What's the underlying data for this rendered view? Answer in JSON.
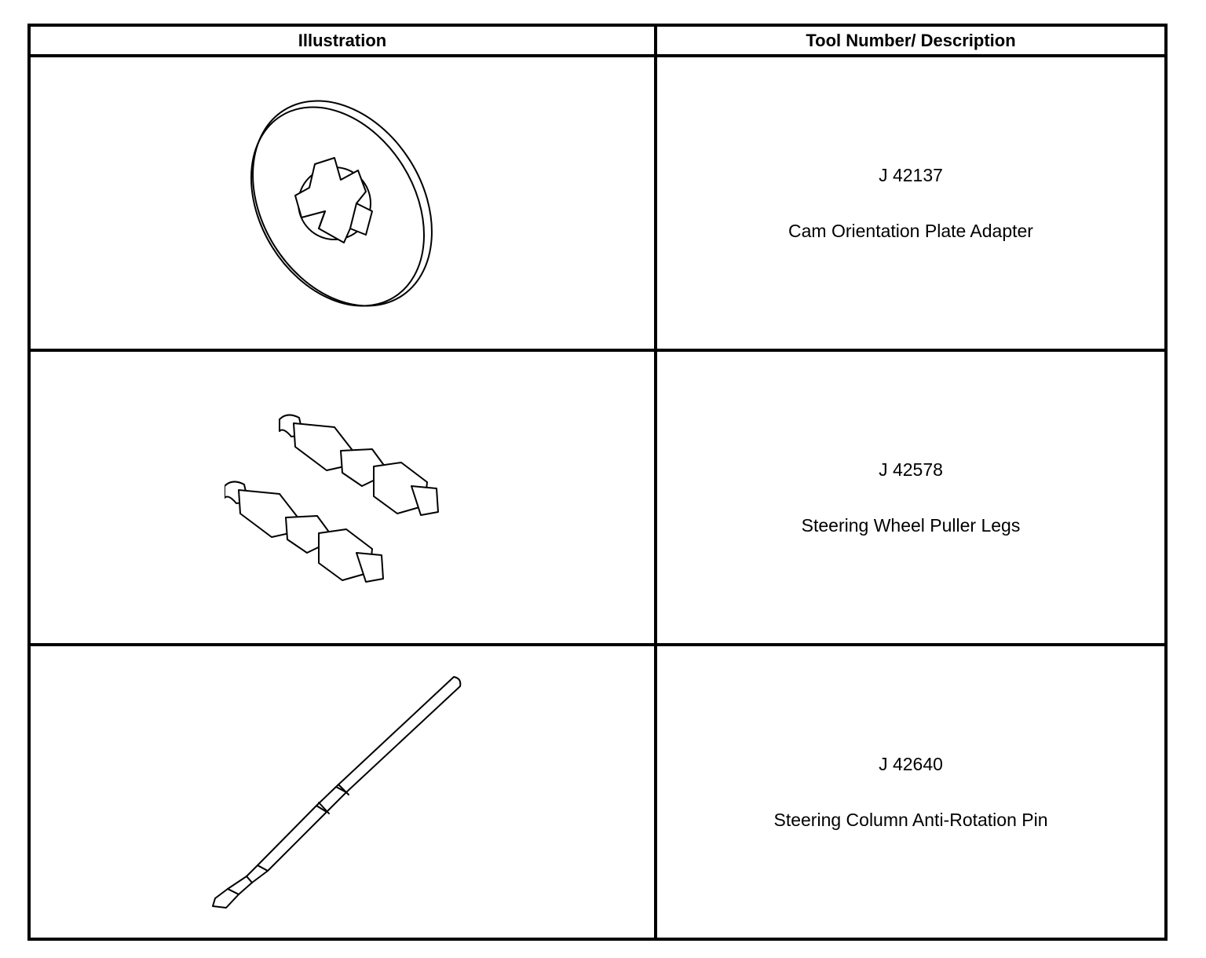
{
  "table": {
    "headers": {
      "illustration": "Illustration",
      "description": "Tool Number/ Description"
    },
    "rows": [
      {
        "tool_number": "J 42137",
        "description": "Cam Orientation Plate Adapter",
        "illustration_icon": "cam-orientation-plate-adapter-icon"
      },
      {
        "tool_number": "J 42578",
        "description": "Steering Wheel Puller Legs",
        "illustration_icon": "steering-wheel-puller-legs-icon"
      },
      {
        "tool_number": "J 42640",
        "description": "Steering Column Anti-Rotation Pin",
        "illustration_icon": "steering-column-anti-rotation-pin-icon"
      }
    ]
  }
}
